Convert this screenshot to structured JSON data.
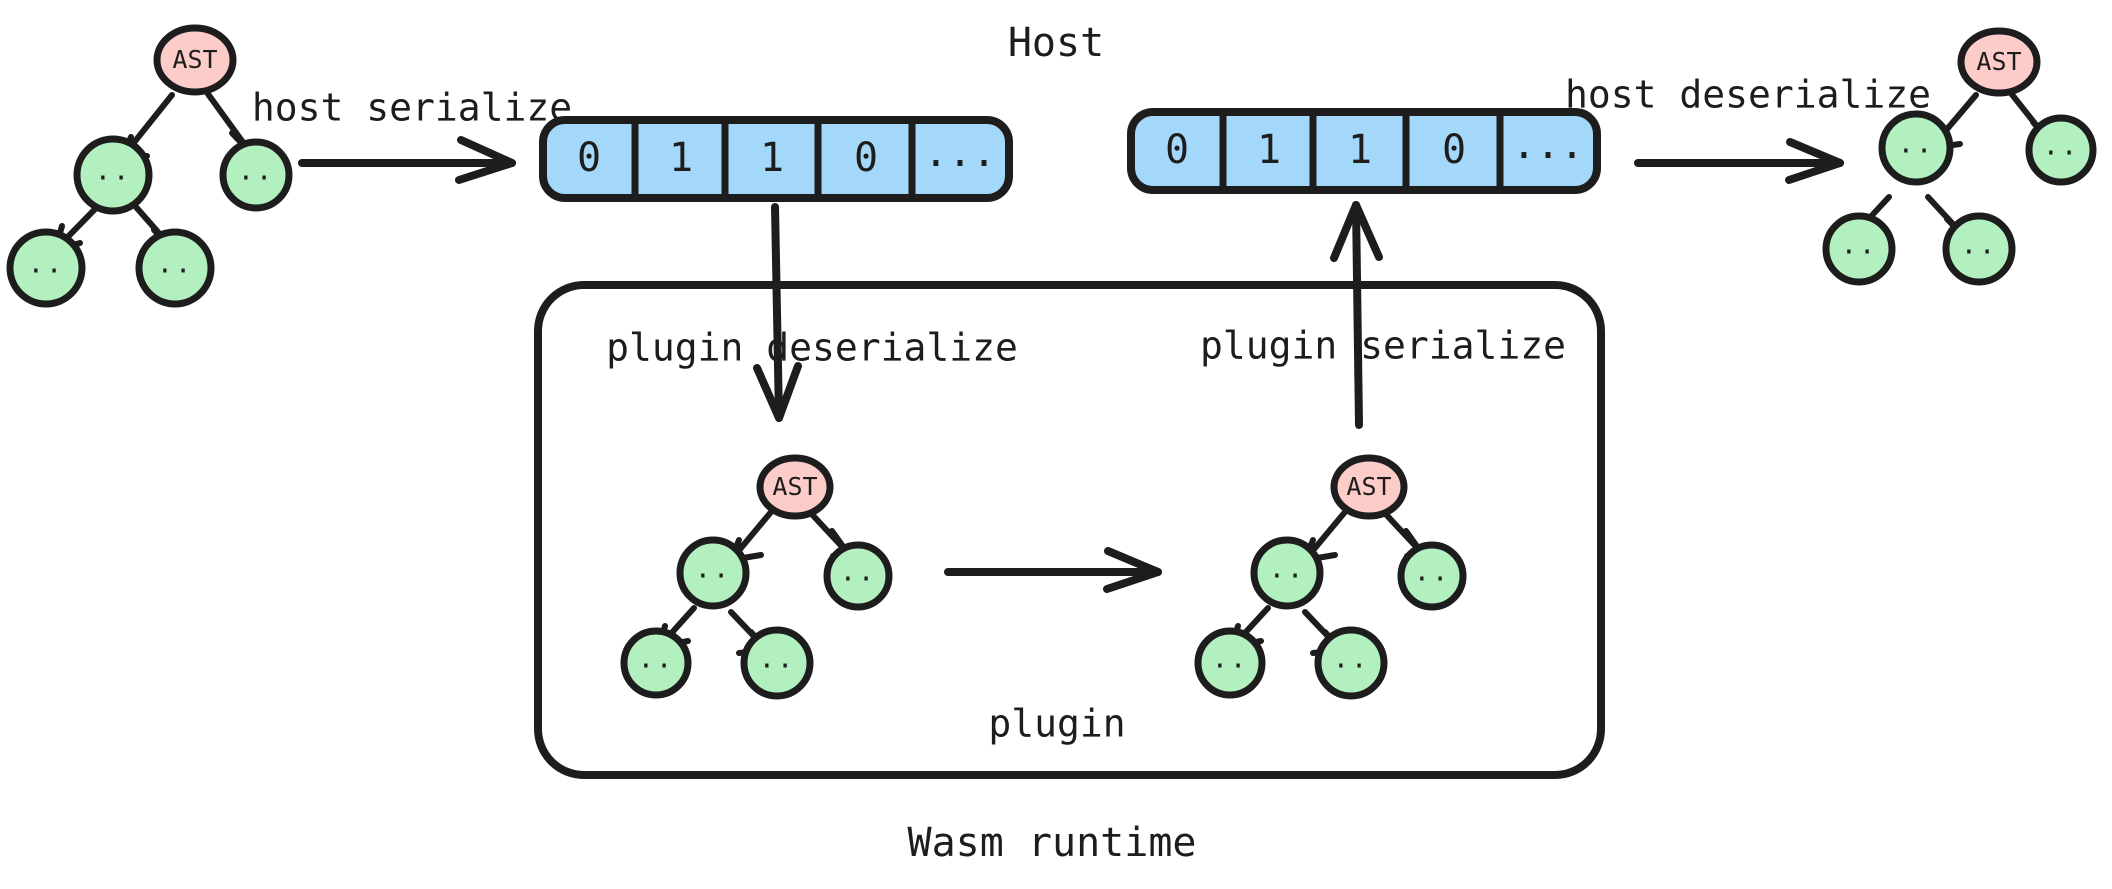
{
  "diagram": {
    "title": "Host",
    "footer": "Wasm runtime",
    "plugin_box_label": "plugin",
    "labels": {
      "host_serialize": "host serialize",
      "host_deserialize": "host deserialize",
      "plugin_deserialize": "plugin deserialize",
      "plugin_serialize": "plugin serialize"
    },
    "byte_arrays": [
      {
        "name": "serialized-buffer-in",
        "cells": [
          "0",
          "1",
          "1",
          "0",
          "..."
        ],
        "fill_color": "#a3d8fa"
      },
      {
        "name": "serialized-buffer-out",
        "cells": [
          "0",
          "1",
          "1",
          "0",
          "..."
        ],
        "fill_color": "#a3d8fa"
      }
    ],
    "trees": [
      {
        "name": "host-input-ast",
        "root_label": "AST",
        "child_label": "..",
        "node_count": 5,
        "root_color": "#fcccc8",
        "leaf_color": "#b3f0bf"
      },
      {
        "name": "plugin-input-ast",
        "root_label": "AST",
        "child_label": "..",
        "node_count": 5,
        "root_color": "#fcccc8",
        "leaf_color": "#b3f0bf"
      },
      {
        "name": "plugin-output-ast",
        "root_label": "AST",
        "child_label": "..",
        "node_count": 5,
        "root_color": "#fcccc8",
        "leaf_color": "#b3f0bf"
      },
      {
        "name": "host-output-ast",
        "root_label": "AST",
        "child_label": "..",
        "node_count": 5,
        "root_color": "#fcccc8",
        "leaf_color": "#b3f0bf"
      }
    ],
    "colors": {
      "stroke": "#1d1d1d",
      "ast_node": "#fcccc8",
      "leaf_node": "#b3f0bf",
      "buffer_cell": "#a3d8fa",
      "background": "#ffffff"
    }
  }
}
